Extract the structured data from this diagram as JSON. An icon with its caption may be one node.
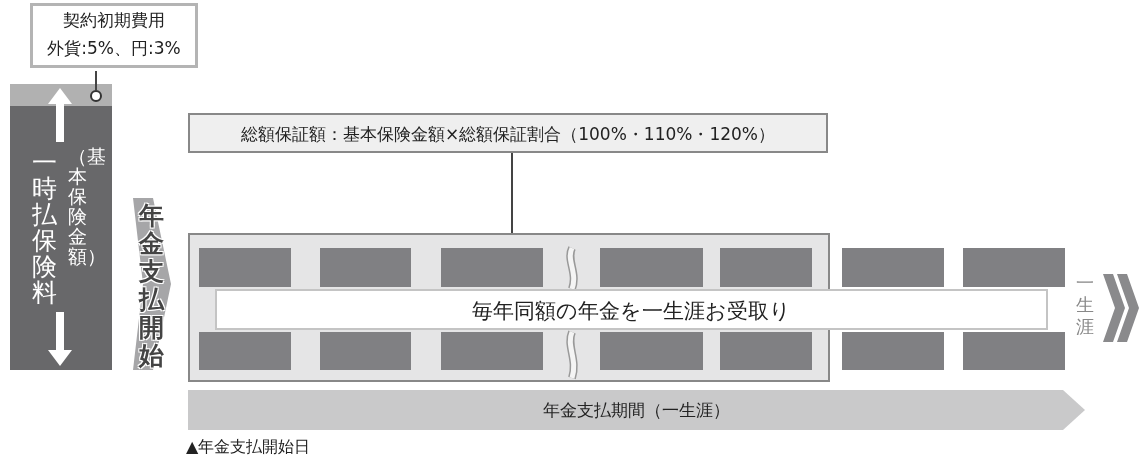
{
  "diagram": {
    "nodes": [
      {
        "text": [
          "契約初期費用",
          "外貨:5%、円:3%"
        ]
      },
      {
        "text": [
          "一時払保険料",
          "（基本保険金額）"
        ]
      },
      {
        "text": [],
        "shape": "bar",
        "in": 1
      },
      {
        "text": [
          "年金支払開始"
        ]
      },
      {
        "text": [
          "総額保証額：基本保険金額×総額保証割合（100%・110%・120%）"
        ]
      },
      {
        "text": [],
        "shape": "box"
      },
      {
        "text": [
          "毎年同額の年金を一生涯お受取り"
        ]
      },
      {
        "text": [
          "年金支払期間（一生涯）"
        ]
      }
    ],
    "edges": [
      {
        "from": 0,
        "to": 2,
        "arrow": "other"
      },
      {
        "from": 4,
        "to": 5,
        "arrow": "none"
      }
    ],
    "labels": [
      "一生涯",
      "▲年金支払開始日"
    ]
  }
}
